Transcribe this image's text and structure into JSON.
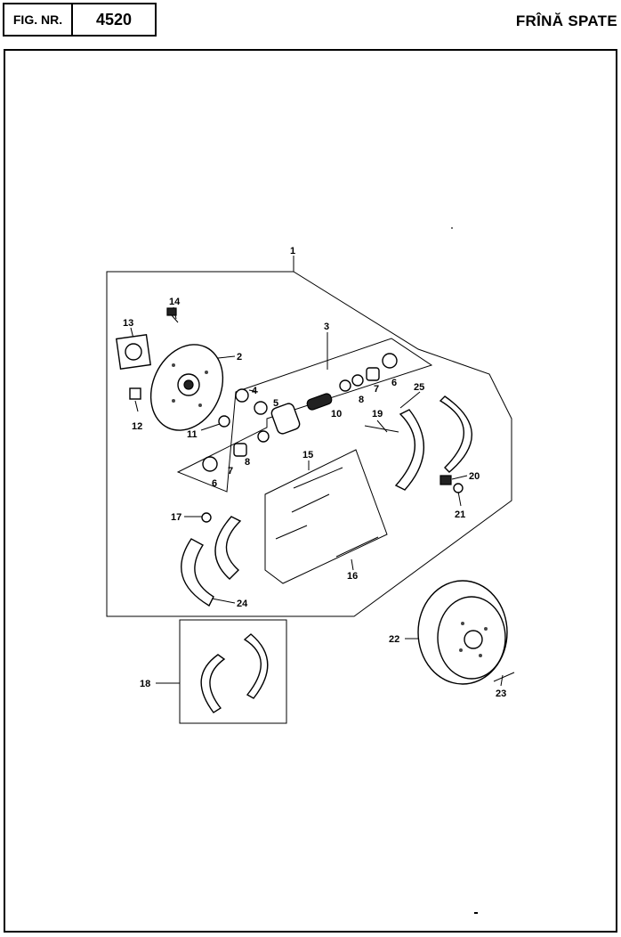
{
  "header": {
    "fig_label": "FIG. NR.",
    "fig_number": "4520",
    "title": "FRÎNĂ SPATE"
  },
  "callouts": {
    "c1": "1",
    "c2": "2",
    "c3": "3",
    "c4": "4",
    "c5": "5",
    "c6a": "6",
    "c6b": "6",
    "c7a": "7",
    "c7b": "7",
    "c8a": "8",
    "c8b": "8",
    "c10": "10",
    "c11": "11",
    "c12": "12",
    "c13": "13",
    "c14": "14",
    "c15": "15",
    "c16": "16",
    "c17": "17",
    "c18": "18",
    "c19": "19",
    "c20": "20",
    "c21": "21",
    "c22": "22",
    "c23": "23",
    "c24": "24",
    "c25": "25"
  }
}
